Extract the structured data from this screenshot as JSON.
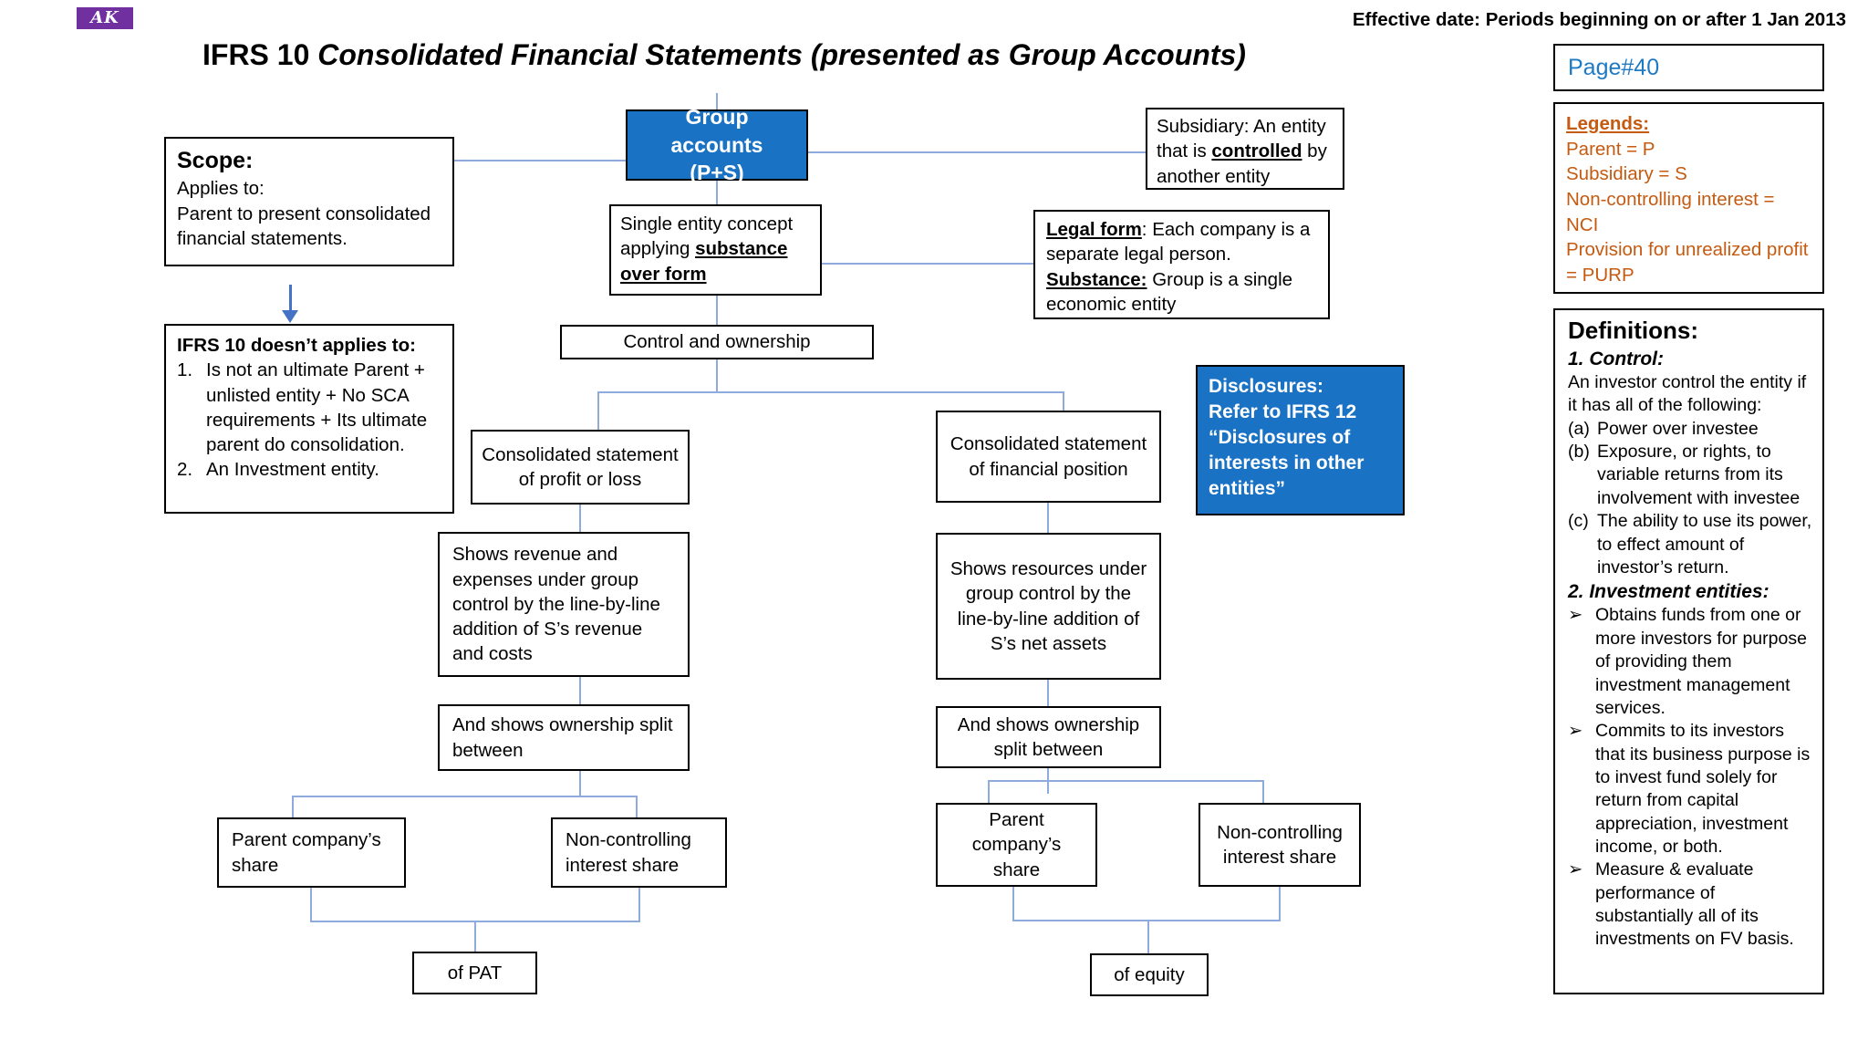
{
  "header": {
    "logo_text": "AK",
    "logo_name": "ak-logo",
    "effective_date": "Effective date: Periods beginning on or after 1 Jan 2013",
    "title_standard": "IFRS 10 ",
    "title_name": "Consolidated Financial Statements (presented as Group Accounts)"
  },
  "right_rail": {
    "page_number": "Page#40",
    "legends": {
      "title": "Legends:",
      "items": [
        "Parent = P",
        "Subsidiary = S",
        "Non-controlling interest = NCI",
        "Provision for unrealized profit = PURP"
      ]
    },
    "definitions": {
      "title": "Definitions:",
      "control": {
        "heading": "1. Control:",
        "intro": "An investor control the entity if it has all of the following:",
        "items": [
          {
            "marker": "(a)",
            "text": "Power over investee"
          },
          {
            "marker": "(b)",
            "text": "Exposure, or rights, to variable returns from its involvement with investee"
          },
          {
            "marker": "(c)",
            "text": "The ability to use its power, to effect amount of investor’s return."
          }
        ]
      },
      "investment_entities": {
        "heading": "2. Investment entities:",
        "items": [
          "Obtains funds from one or more investors for purpose of providing them investment management services.",
          "Commits to its investors that its business purpose is to invest fund solely for return from capital appreciation, investment income, or both.",
          "Measure & evaluate performance of substantially all of its investments on FV basis."
        ],
        "bullet_glyph": "➢"
      }
    }
  },
  "diagram": {
    "scope": {
      "title": "Scope:",
      "line1": "Applies to:",
      "line2": "Parent to present consolidated financial statements."
    },
    "not_applies": {
      "title": "IFRS 10 doesn’t applies to:",
      "items": [
        {
          "marker": "1.",
          "text": "Is not an ultimate Parent + unlisted entity + No SCA requirements + Its ultimate parent do consolidation."
        },
        {
          "marker": "2.",
          "text": "An Investment entity."
        }
      ]
    },
    "group_accounts": {
      "line1": "Group  accounts",
      "line2": "(P+S)"
    },
    "subsidiary": {
      "pre": "Subsidiary: An entity that is ",
      "bold": "controlled",
      "post": " by another entity"
    },
    "single_entity": {
      "pre": "Single entity concept applying ",
      "bold": "substance over form"
    },
    "legal_substance": {
      "legal_label": "Legal form",
      "legal_text": ": Each company is a separate legal person.",
      "substance_label": "Substance:",
      "substance_text": " Group is a single economic entity"
    },
    "control_ownership": "Control and ownership",
    "disclosures": {
      "line1": "Disclosures:",
      "line2": "Refer to IFRS 12",
      "line3": "“Disclosures of interests in other entities”"
    },
    "left_branch": {
      "statement": "Consolidated statement of profit or loss",
      "shows": "Shows revenue and expenses under group control by the line-by-line addition of S’s revenue and costs",
      "ownership": "And shows ownership split between",
      "parent_share": "Parent company’s share",
      "nci_share": "Non-controlling interest share",
      "result": "of PAT"
    },
    "right_branch": {
      "statement": "Consolidated statement of financial position",
      "shows": "Shows resources under group control by the line-by-line addition of S’s net assets",
      "ownership": "And shows ownership split between",
      "parent_share": "Parent company’s share",
      "nci_share": "Non-controlling interest share",
      "result": "of equity"
    }
  },
  "colors": {
    "accent_blue": "#1972C4",
    "connector_blue": "#8FAADC",
    "legend_orange": "#C55A11",
    "page_link_blue": "#1F7AC4",
    "logo_purple": "#7030A0"
  }
}
